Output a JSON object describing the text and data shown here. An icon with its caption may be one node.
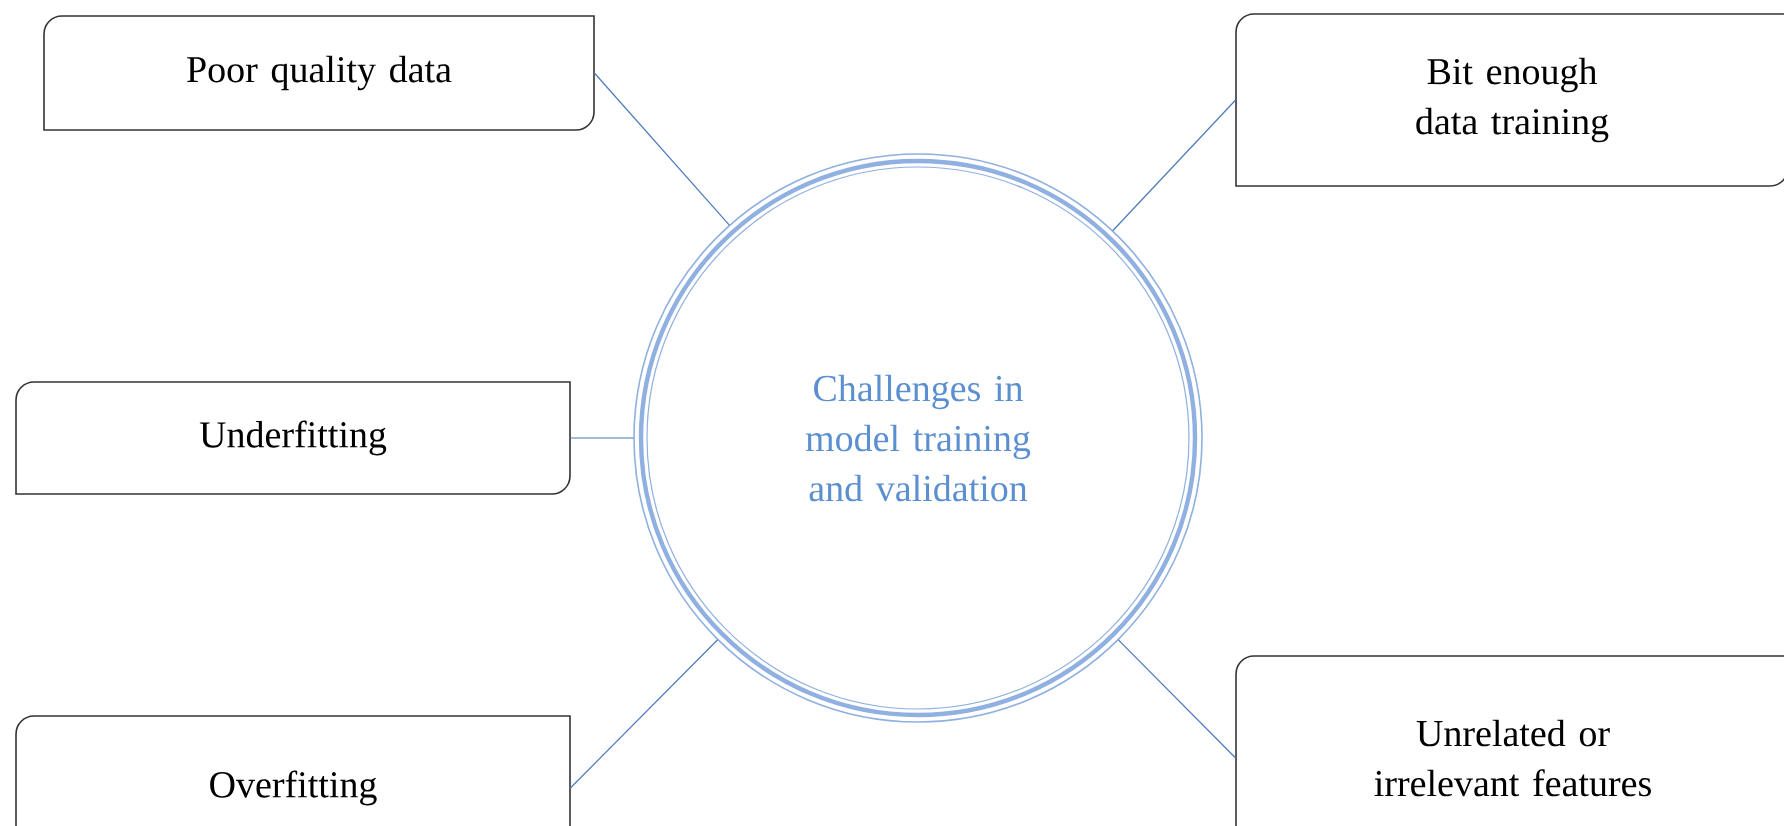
{
  "diagram": {
    "nodes": [
      {
        "text": [
          "Poor quality data"
        ]
      },
      {
        "text": [
          "Bit enough data training"
        ]
      },
      {
        "text": [
          "Underfitting"
        ]
      },
      {
        "text": [
          "Challenges in model training and validation"
        ]
      },
      {
        "text": [
          "Overfitting"
        ]
      },
      {
        "text": [
          "Unrelated or irrelevant features"
        ]
      }
    ],
    "edges": [
      {
        "from": 3,
        "to": 0,
        "arrow": "none"
      },
      {
        "from": 3,
        "to": 1,
        "arrow": "none"
      },
      {
        "from": 3,
        "to": 2,
        "arrow": "none"
      },
      {
        "from": 3,
        "to": 4,
        "arrow": "none"
      },
      {
        "from": 3,
        "to": 5,
        "arrow": "none"
      }
    ]
  }
}
